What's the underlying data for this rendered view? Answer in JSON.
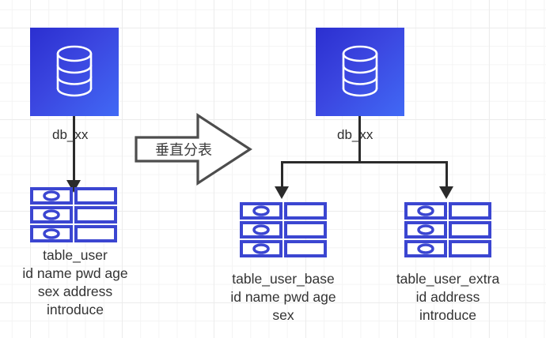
{
  "diagram": {
    "title_text": "垂直分表",
    "colors": {
      "db_gradient_start": "#2b2fd0",
      "db_gradient_end": "#4169f5",
      "table_stroke": "#3b46d1",
      "connector": "#2b2b2b",
      "text": "#333333",
      "grid_minor": "#f4f4f4",
      "grid_major": "#ececec",
      "background": "#ffffff"
    },
    "source": {
      "db_label": "db_xx",
      "db_icon": "database-cylinder-icon",
      "table_icon": "table-rows-icon",
      "table_name": "table_user",
      "table_columns_line1": "id name pwd age",
      "table_columns_line2": "sex address",
      "table_columns_line3": "introduce"
    },
    "transform": {
      "label": "垂直分表",
      "shape": "block-arrow-right"
    },
    "target": {
      "db_label": "db_xx",
      "db_icon": "database-cylinder-icon",
      "tables": [
        {
          "icon": "table-rows-icon",
          "name": "table_user_base",
          "columns_line1": "id name pwd age",
          "columns_line2": "sex",
          "columns_line3": ""
        },
        {
          "icon": "table-rows-icon",
          "name": "table_user_extra",
          "columns_line1": "id  address",
          "columns_line2": "introduce",
          "columns_line3": ""
        }
      ]
    }
  }
}
